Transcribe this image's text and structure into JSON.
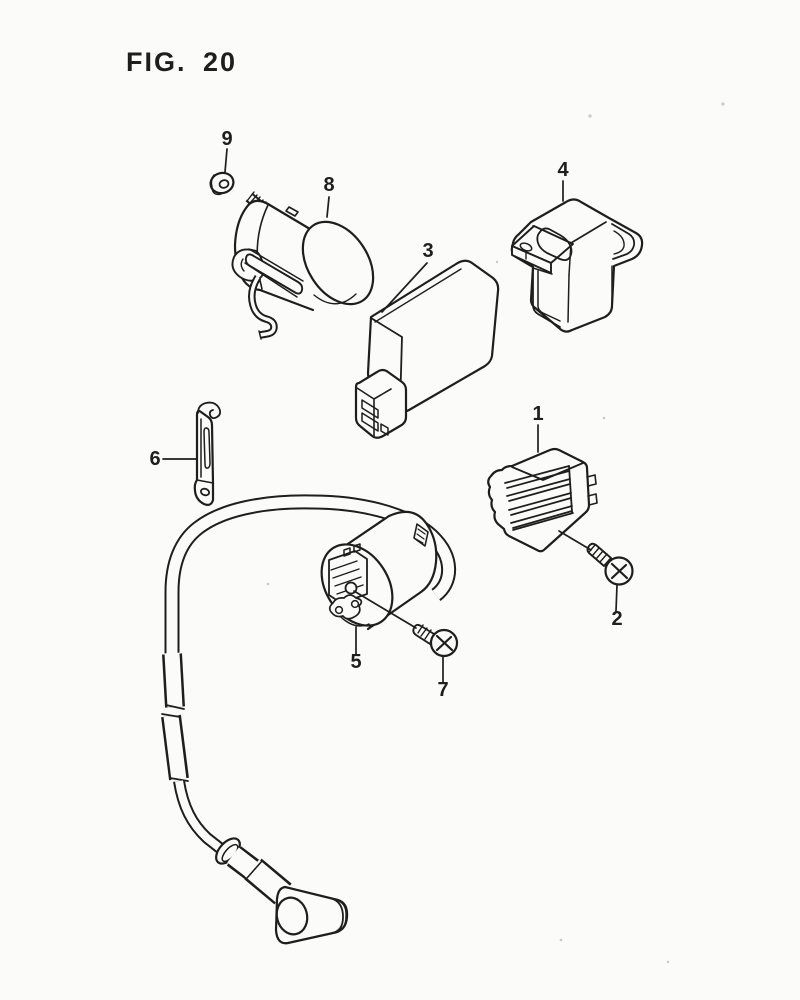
{
  "page": {
    "background_color": "#fbfbf9",
    "line_color": "#1e1e1c"
  },
  "figure": {
    "title": "FIG. 20",
    "callouts": [
      {
        "label": "1"
      },
      {
        "label": "2"
      },
      {
        "label": "3"
      },
      {
        "label": "4"
      },
      {
        "label": "5"
      },
      {
        "label": "6"
      },
      {
        "label": "7"
      },
      {
        "label": "8"
      },
      {
        "label": "9"
      }
    ]
  }
}
